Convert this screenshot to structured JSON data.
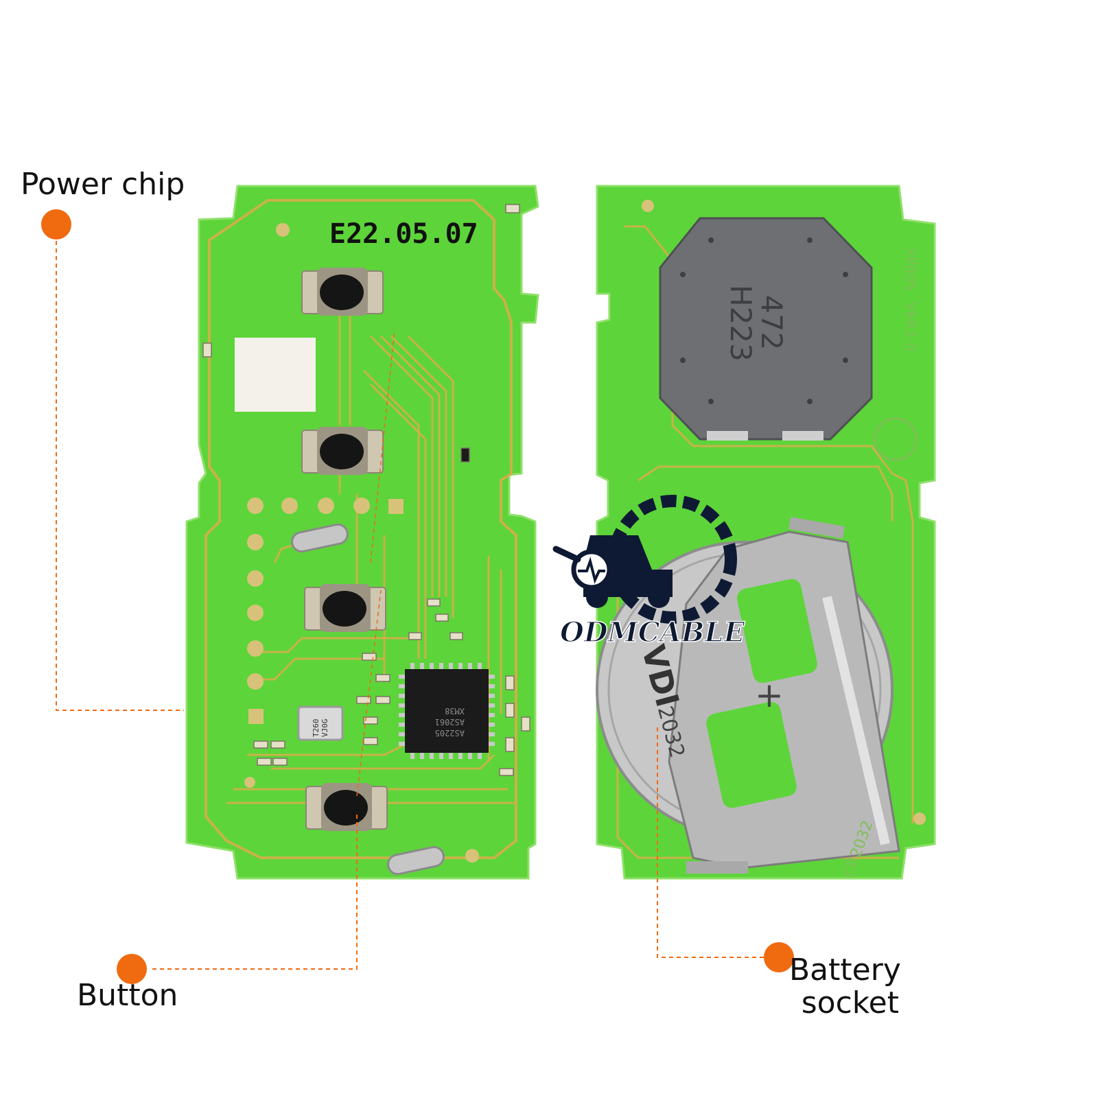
{
  "callouts": {
    "power_chip": "Power chip",
    "button": "Button",
    "battery_socket": "Battery socket"
  },
  "board_markings": {
    "date_code": "E22.05.07",
    "chip_line1": "AS2205",
    "chip_line2": "AS2061",
    "chip_line3": "XM38",
    "crystal_line1": "T260",
    "crystal_line2": "VJ0G",
    "coil_line1": "472",
    "coil_line2": "H223",
    "board_version": "VER1.0",
    "board_model": "XP005",
    "battery_holder": "VDI",
    "battery_holder_model": "2032",
    "battery_type": "CR2032",
    "battery_polarity": "+"
  },
  "watermark": {
    "brand": "ODMCABLE"
  },
  "colors": {
    "pcb_green": "#5dd43a",
    "pcb_edge": "#8fe06a",
    "trace": "#c9b24a",
    "callout_orange": "#f06a10",
    "metal": "#b9b9b9",
    "coil_grey": "#6d6f72",
    "watermark_dark": "#0e1a33"
  }
}
